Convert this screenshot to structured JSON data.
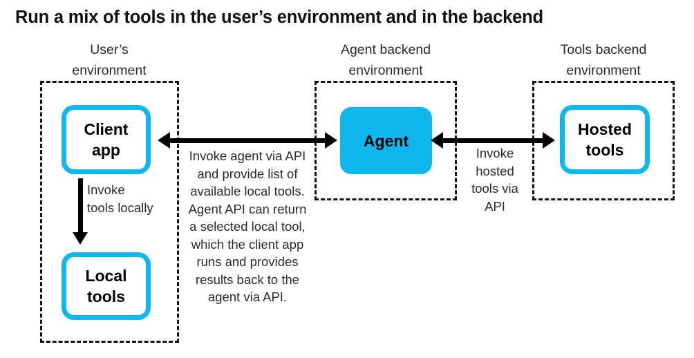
{
  "title": "Run a mix of tools in the user’s environment and in the backend",
  "colors": {
    "accent": "#0fb7ef",
    "line": "#111111",
    "text": "#2b2b2b",
    "background": "#ffffff"
  },
  "environments": [
    {
      "id": "user",
      "heading_line1": "User’s",
      "heading_line2": "environment"
    },
    {
      "id": "agent",
      "heading_line1": "Agent backend",
      "heading_line2": "environment"
    },
    {
      "id": "tools",
      "heading_line1": "Tools backend",
      "heading_line2": "environment"
    }
  ],
  "nodes": {
    "client_app": {
      "line1": "Client",
      "line2": "app",
      "style": "outline"
    },
    "local_tools": {
      "line1": "Local",
      "line2": "tools",
      "style": "outline"
    },
    "agent": {
      "line1": "Agent",
      "style": "filled"
    },
    "hosted_tools": {
      "line1": "Hosted",
      "line2": "tools",
      "style": "outline"
    }
  },
  "captions": {
    "invoke_local": "Invoke tools locally",
    "invoke_agent": "Invoke agent via API and provide list of available local tools. Agent API can return a selected local tool, which the client app runs and provides results back to the agent via API.",
    "invoke_hosted": "Invoke hosted tools via API"
  },
  "arrows": [
    {
      "id": "client-agent",
      "from": "client_app",
      "to": "agent",
      "direction": "bidirectional",
      "label": "invoke_agent"
    },
    {
      "id": "agent-hosted",
      "from": "agent",
      "to": "hosted_tools",
      "direction": "bidirectional",
      "label": "invoke_hosted"
    },
    {
      "id": "client-local",
      "from": "client_app",
      "to": "local_tools",
      "direction": "down",
      "label": "invoke_local"
    }
  ]
}
